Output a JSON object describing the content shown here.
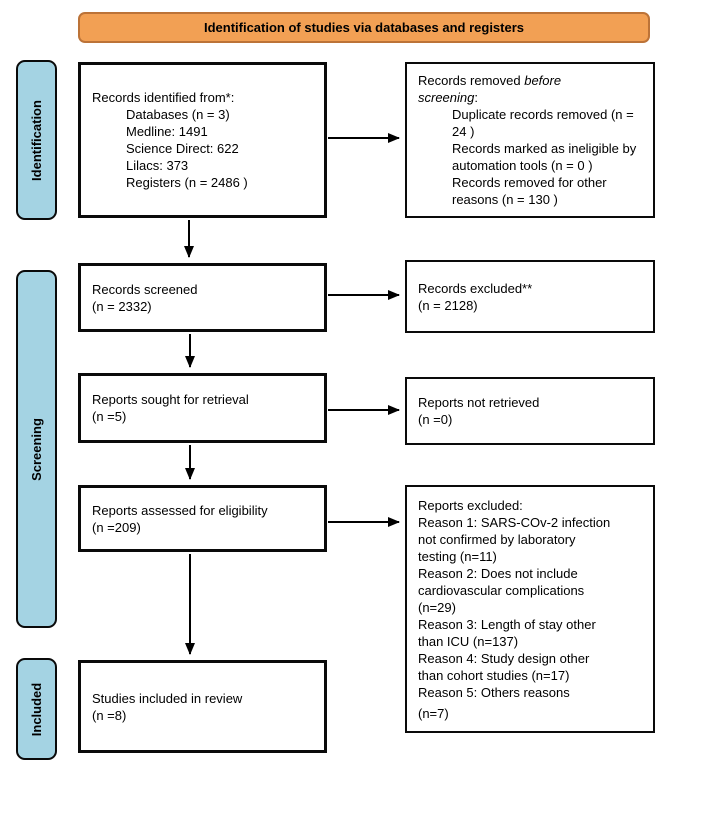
{
  "header": {
    "title": "Identification of studies via databases and registers"
  },
  "sidebar": {
    "identification": "Identification",
    "screening": "Screening",
    "included": "Included"
  },
  "boxes": {
    "records_identified": {
      "title": "Records identified from*:",
      "items": [
        "Databases (n = 3)",
        "Medline: 1491",
        "Science Direct: 622",
        "Lilacs: 373",
        "Registers (n = 2486 )"
      ]
    },
    "records_removed": {
      "line1_normal": "Records removed ",
      "line1_italic": "before",
      "line2_italic": "screening",
      "line2_suffix": ":",
      "items": [
        "Duplicate records removed (n = 24 )",
        "Records marked as ineligible by automation tools (n = 0 )",
        "Records removed for other reasons (n = 130 )"
      ]
    },
    "records_screened": {
      "line1": "Records screened",
      "line2": "(n = 2332)"
    },
    "records_excluded": {
      "line1": "Records excluded**",
      "line2": "(n = 2128)"
    },
    "reports_sought": {
      "line1": "Reports sought for retrieval",
      "line2": "(n =5)"
    },
    "reports_not_retrieved": {
      "line1": "Reports not retrieved",
      "line2": "(n =0)"
    },
    "reports_assessed": {
      "line1": "Reports assessed for eligibility",
      "line2": "(n =209)"
    },
    "reports_excluded": {
      "title": "Reports excluded:",
      "reasons": [
        "Reason 1: SARS-COv-2 infection not confirmed by laboratory testing (n=11)",
        "Reason 2: Does not include cardiovascular complications (n=29)",
        "Reason 3: Length of stay other than ICU (n=137)",
        "Reason 4: Study design other than cohort studies (n=17)",
        "Reason 5: Others reasons"
      ],
      "last_count": "(n=7)"
    },
    "studies_included": {
      "line1": "Studies included in review",
      "line2": "(n =8)"
    }
  },
  "colors": {
    "header_fill": "#F2A054",
    "header_border": "#BC7338",
    "sidebar_fill": "#A4D3E3",
    "line_color": "#000000"
  }
}
